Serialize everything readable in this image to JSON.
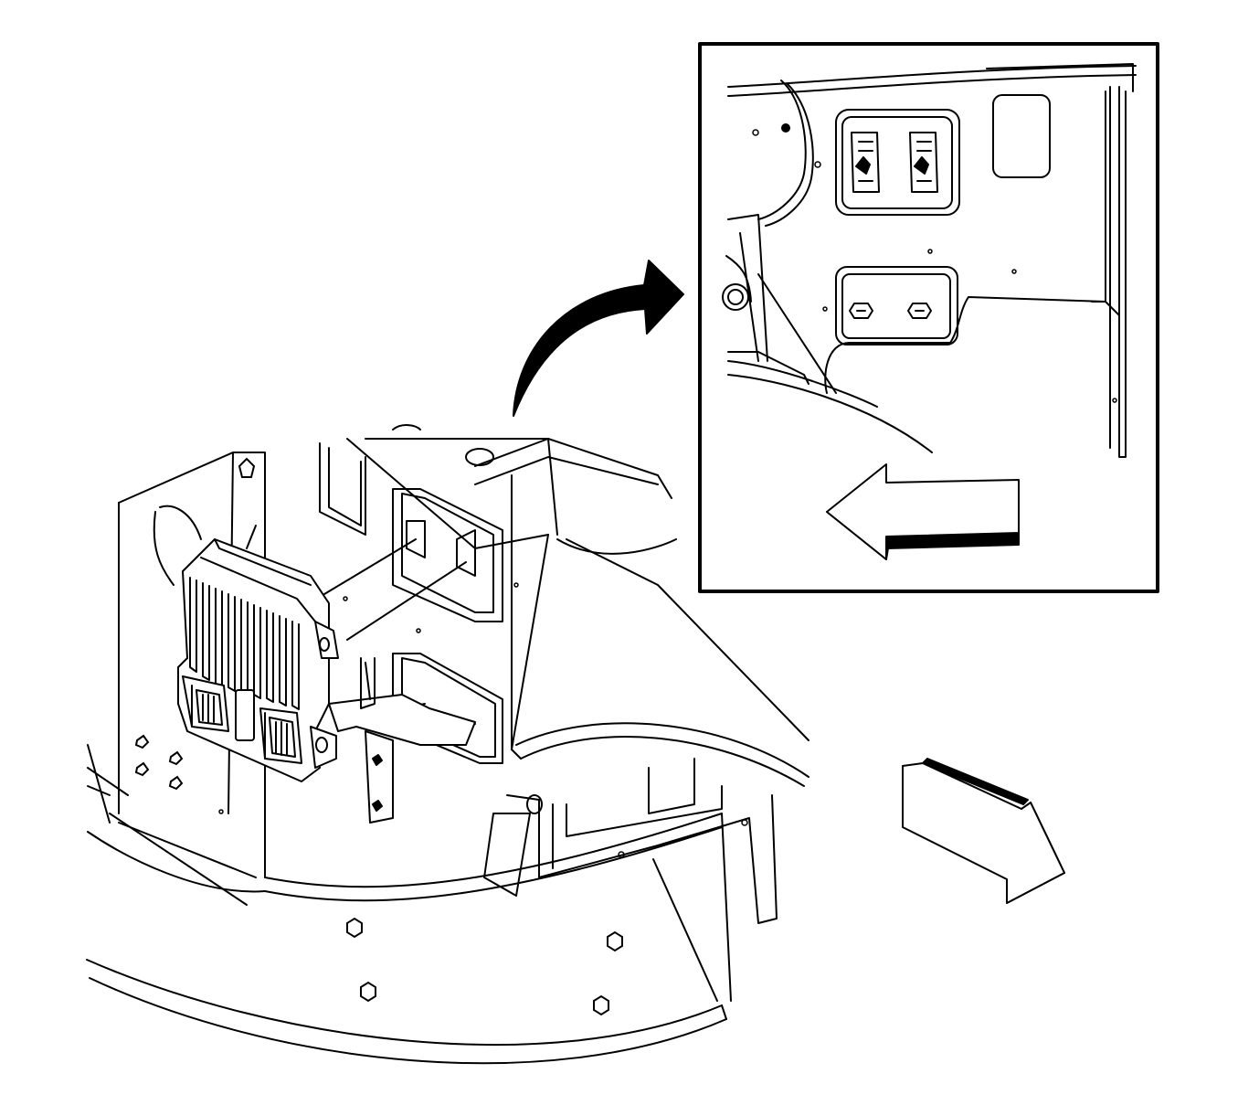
{
  "diagram": {
    "colors": {
      "line": "#000000",
      "background": "#ffffff"
    },
    "components": [
      "engine-control-module",
      "mounting-bracket",
      "detail-inset",
      "callout-arrow",
      "direction-arrow-front",
      "view-direction-arrow"
    ]
  }
}
